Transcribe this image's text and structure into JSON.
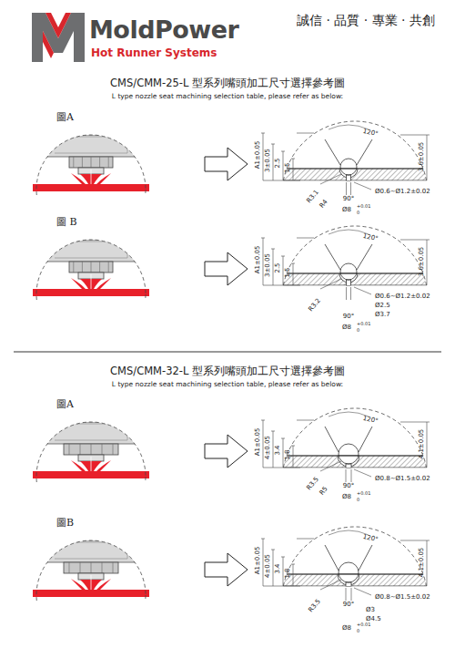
{
  "diagram": {
    "labels": [
      "MoldPower",
      "Hot Runner Systems",
      "誠信 · 品質 · 專業 · 共創",
      "CMS/CMM-25-L 型系列嘴頭加工尺寸選擇參考圖",
      "L type nozzle seat machining selection table, please refer as below:",
      "圖A",
      "A1±0.05",
      "3±0.05",
      "2.5",
      "1.5",
      "3.6±0.05",
      "120°",
      "R3.1",
      "R4",
      "Ø0.6~Ø1.2±0.02",
      "90°",
      "Ø8",
      "+0.01",
      "0",
      "圖 B",
      "A1±0.05",
      "3±0.05",
      "2.5",
      "1.5",
      "3.6±0.05",
      "120°",
      "R3.2",
      "Ø0.6~Ø1.2±0.02",
      "Ø2.5",
      "Ø3.7",
      "90°",
      "Ø8",
      "+0.01",
      "0",
      "CMS/CMM-32-L 型系列嘴頭加工尺寸選擇參考圖",
      "L type nozzle seat machining selection table, please refer as below:",
      "圖A",
      "A1±0.05",
      "4±0.05",
      "3.4",
      "1.8",
      "4.1±0.05",
      "120°",
      "R3.5",
      "R5",
      "Ø0.8~Ø1.5±0.02",
      "90°",
      "Ø8",
      "+0.01",
      "0",
      "圖B",
      "A1±0.05",
      "4±0.05",
      "3.4",
      "1.8",
      "4.1±0.05",
      "120°",
      "R3.5",
      "Ø0.8~Ø1.5±0.02",
      "90°",
      "Ø3",
      "Ø4.5",
      "Ø8",
      "+0.01",
      "0"
    ]
  }
}
